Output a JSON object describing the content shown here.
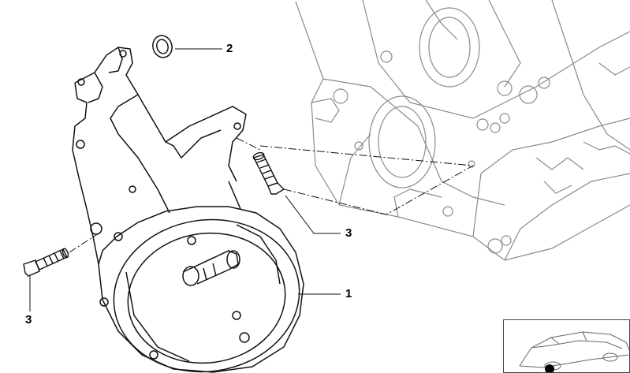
{
  "callouts": [
    {
      "id": "c2",
      "label": "2"
    },
    {
      "id": "c3a",
      "label": "3"
    },
    {
      "id": "c1",
      "label": "1"
    },
    {
      "id": "c3b",
      "label": "3"
    }
  ],
  "colors": {
    "line": "#111111",
    "ghost": "#8a8a8a",
    "background": "#ffffff"
  }
}
